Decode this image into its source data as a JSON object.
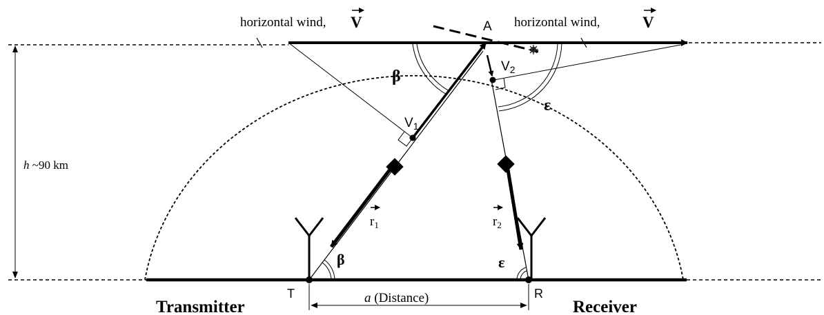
{
  "labels": {
    "wind_left": "horizontal wind,",
    "wind_right": "horizontal wind,",
    "wind_vector_symbol": "V",
    "point_a": "A",
    "v1": "V",
    "v1_sub": "1",
    "v2": "V",
    "v2_sub": "2",
    "beta_top": "β",
    "beta_bottom": "β",
    "epsilon_top": "ε",
    "epsilon_bottom": "ε",
    "r1": "r",
    "r1_sub": "1",
    "r2": "r",
    "r2_sub": "2",
    "height_symbol": "h",
    "height_value": "~90 km",
    "point_t": "T",
    "point_r": "R",
    "distance_symbol": "a",
    "distance_text": "(Distance)",
    "transmitter": "Transmitter",
    "receiver": "Receiver"
  },
  "colors": {
    "stroke": "#000000",
    "background": "#ffffff"
  }
}
